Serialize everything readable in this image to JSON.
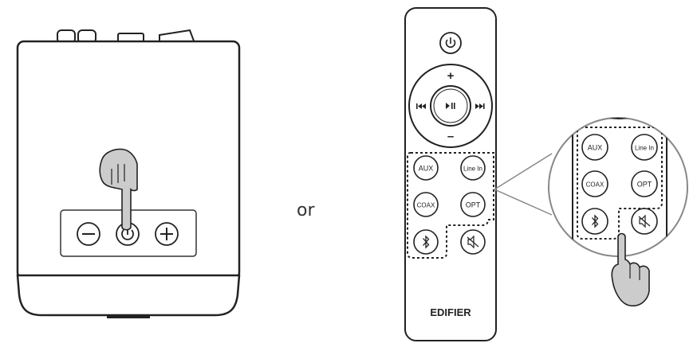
{
  "separator_text": "or",
  "speaker": {
    "buttons": [
      {
        "name": "volume-down",
        "icon": "minus-icon"
      },
      {
        "name": "power",
        "icon": "power-icon"
      },
      {
        "name": "volume-up",
        "icon": "plus-icon"
      }
    ]
  },
  "remote": {
    "brand": "EDIFIER",
    "dpad": {
      "up": "+",
      "down": "–"
    },
    "source_buttons": {
      "aux": "AUX",
      "line_in": "Line In",
      "coax": "COAX",
      "opt": "OPT"
    }
  },
  "callout": {
    "source_buttons": {
      "aux": "AUX",
      "line_in": "Line In",
      "coax": "COAX",
      "opt": "OPT"
    }
  },
  "colors": {
    "line": "#222222",
    "fill": "#ffffff",
    "hand_fill": "#cccccc"
  }
}
